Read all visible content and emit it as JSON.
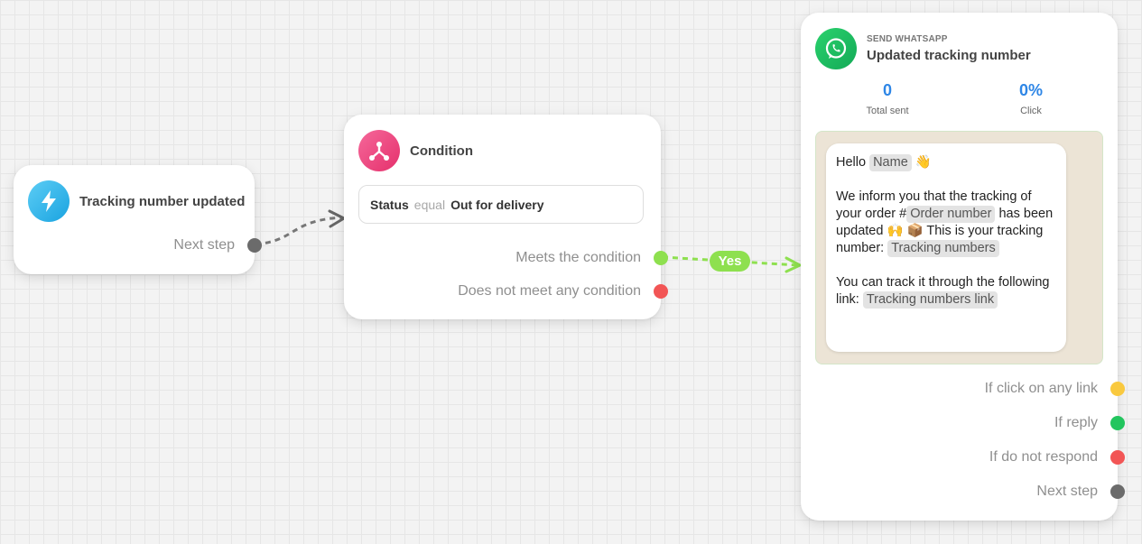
{
  "trigger": {
    "title": "Tracking number updated",
    "next_step": "Next step",
    "icon": "lightning-icon",
    "color": "#2eb7ea"
  },
  "condition": {
    "title": "Condition",
    "icon": "split-icon",
    "color": "#ee3f78",
    "rule": {
      "field": "Status",
      "operator": "equal",
      "value": "Out for delivery"
    },
    "outputs": {
      "meets": "Meets the condition",
      "not_meets": "Does not meet any condition"
    }
  },
  "edge_yes": {
    "label": "Yes",
    "color": "#8ee04f"
  },
  "whatsapp": {
    "kind": "SEND WHATSAPP",
    "title": "Updated tracking number",
    "icon": "whatsapp-icon",
    "color": "#1ebe5d",
    "stats": [
      {
        "value": "0",
        "label": "Total sent"
      },
      {
        "value": "0%",
        "label": "Click"
      }
    ],
    "message": {
      "greeting": "Hello",
      "name_var": "Name",
      "greeting_emoji": "👋",
      "p1_a": "We inform you that the tracking of your order #",
      "order_var": "Order number",
      "p1_b": "has been updated",
      "emoji_party": "🙌",
      "emoji_box": "📦",
      "p1_c": "This is your tracking number:",
      "tracking_var": "Tracking numbers",
      "p2_a": "You can track it through the following link:",
      "link_var": "Tracking numbers link"
    },
    "outputs": [
      {
        "label": "If click on any link",
        "color": "#f9c93f"
      },
      {
        "label": "If reply",
        "color": "#22c55e"
      },
      {
        "label": "If do not respond",
        "color": "#f25555"
      },
      {
        "label": "Next step",
        "color": "#6b6b6b"
      }
    ]
  }
}
